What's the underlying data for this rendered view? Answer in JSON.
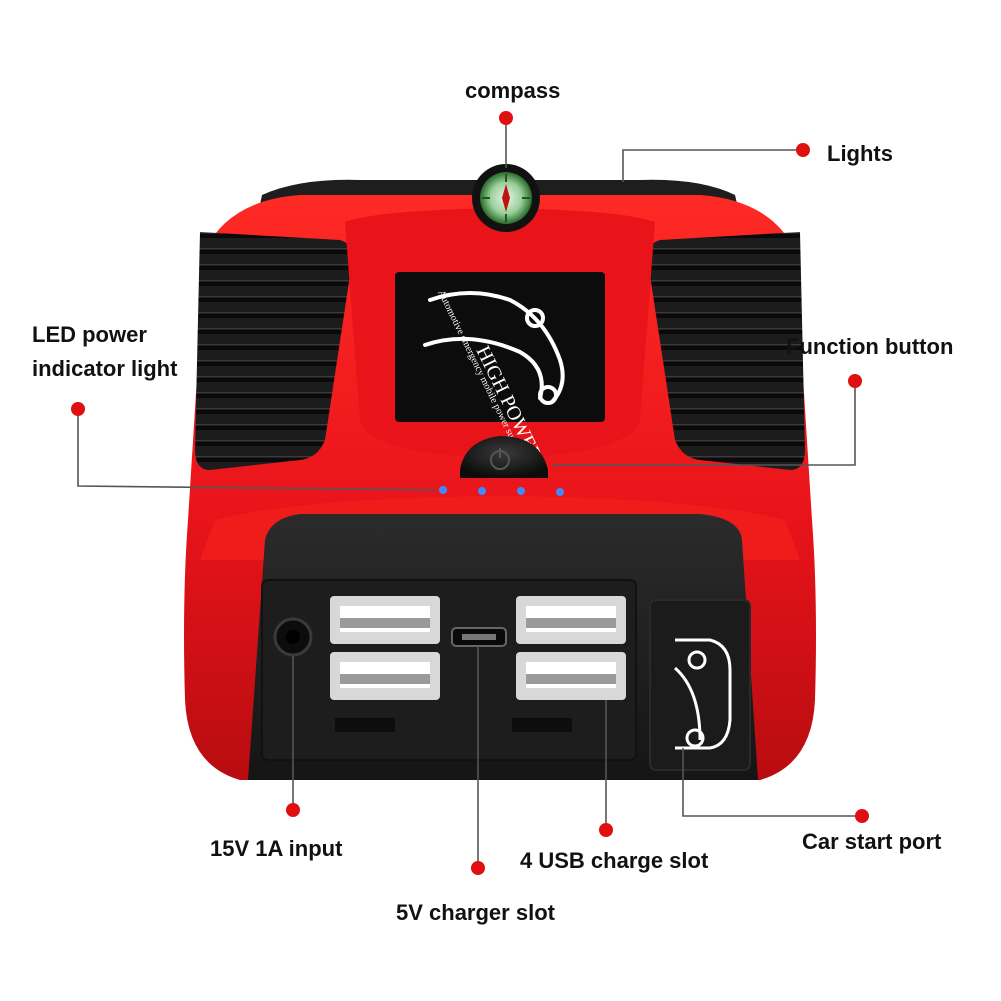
{
  "callouts": {
    "compass": "compass",
    "lights": "Lights",
    "led_line1": "LED power",
    "led_line2": "indicator light",
    "function_button": "Function button",
    "input": "15V 1A input",
    "usb_slot": "4 USB charge slot",
    "car_start": "Car start port",
    "charger_slot": "5V charger slot"
  },
  "device": {
    "label_line1": "HIGH POWER",
    "label_line2": "Automotive emergency mobile power supply"
  },
  "colors": {
    "shell_red": "#e8141a",
    "rubber_black": "#1c1c1c",
    "panel_black": "#202020",
    "marker_red": "#e01010",
    "led_blue": "#3c8cff",
    "compass_green": "#2a9a3a"
  },
  "icons": [
    "compass-icon",
    "power-icon",
    "usb-port-icon",
    "dc-jack-icon",
    "micro-usb-icon",
    "car-icon"
  ]
}
